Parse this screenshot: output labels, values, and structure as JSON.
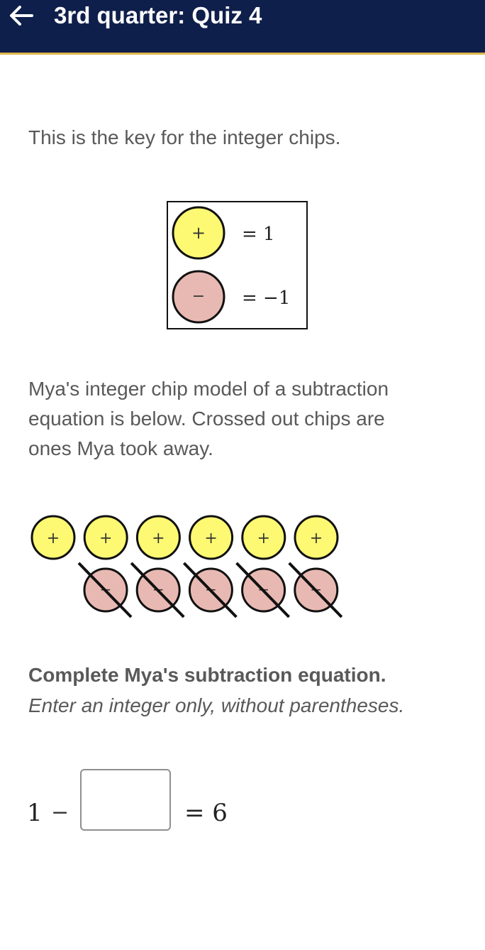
{
  "header": {
    "title": "3rd quarter: Quiz 4"
  },
  "intro_text": "This is the key for the integer chips.",
  "key": {
    "positive_symbol": "+",
    "positive_value": "= 1",
    "negative_symbol": "−",
    "negative_value": "= −1"
  },
  "model_text": [
    "Mya's integer chip model of a subtraction",
    "equation is below. Crossed out chips are",
    "ones Mya took away."
  ],
  "chips": {
    "positive_count": 6,
    "negative_crossed_count": 5,
    "positive_symbol": "+",
    "negative_symbol": "−"
  },
  "instruction_bold": "Complete Mya's subtraction equation.",
  "instruction_italic": "Enter an integer only, without parentheses.",
  "equation": {
    "left": "1",
    "operator": "−",
    "answer_value": "",
    "right": "= 6"
  },
  "colors": {
    "header_bg": "#0f1f4b",
    "header_border": "#e0b64a",
    "positive_chip": "#fdf972",
    "negative_chip": "#e8b9b2"
  }
}
